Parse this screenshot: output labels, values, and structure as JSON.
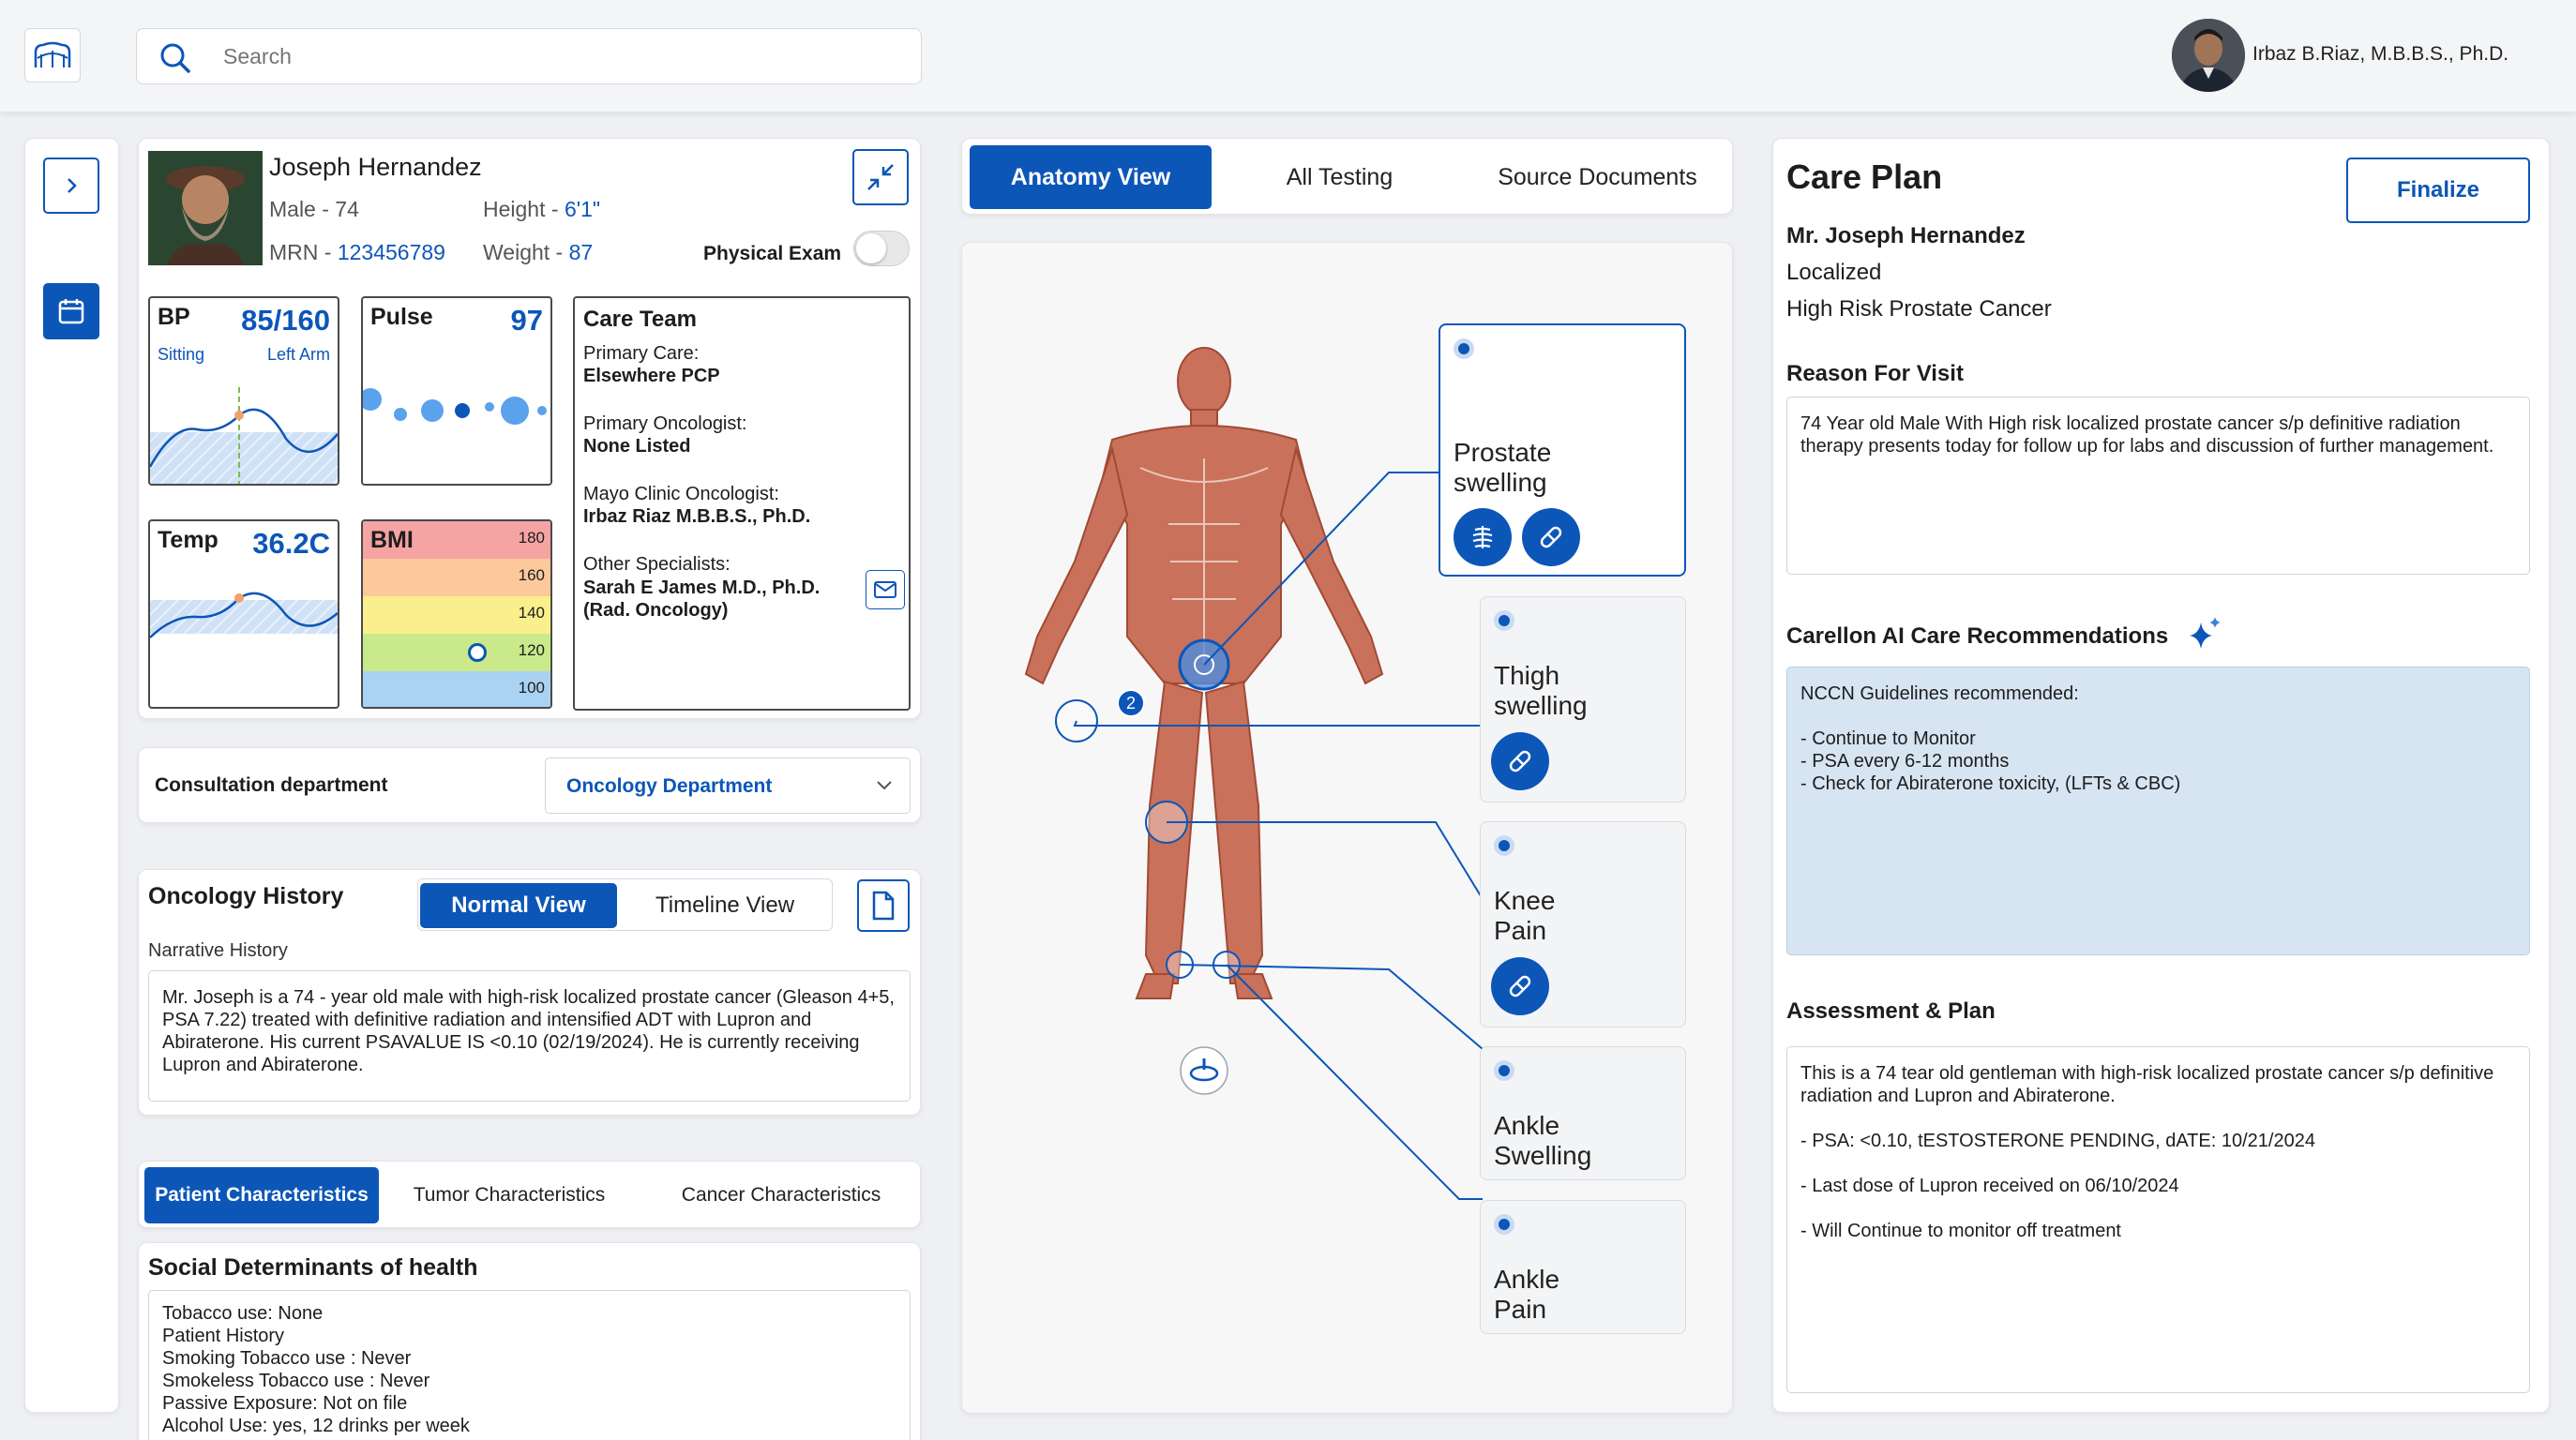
{
  "app": {
    "logo": "mayo-clinic-logo"
  },
  "search": {
    "placeholder": "Search"
  },
  "user": {
    "name": "Irbaz B.Riaz, M.B.B.S., Ph.D."
  },
  "patient": {
    "name": "Joseph Hernandez",
    "sex_age_label": "Male - 74",
    "height_label": "Height - ",
    "height_value": "6'1\"",
    "mrn_label": "MRN - ",
    "mrn_value": "123456789",
    "weight_label": "Weight - ",
    "weight_value": "87",
    "physical_exam_label": "Physical Exam"
  },
  "vitals": {
    "bp": {
      "label": "BP",
      "value": "85/160",
      "position": "Sitting",
      "arm": "Left Arm"
    },
    "pulse": {
      "label": "Pulse",
      "value": "97"
    },
    "temp": {
      "label": "Temp",
      "value": "36.2C"
    },
    "bmi": {
      "label": "BMI",
      "scale": [
        "180",
        "160",
        "140",
        "120",
        "100"
      ],
      "colors": [
        "#f6a3a3",
        "#fbc99a",
        "#fbee8c",
        "#c9e98b",
        "#a9d2f3"
      ]
    }
  },
  "care_team": {
    "title": "Care Team",
    "entries": [
      {
        "role": "Primary Care:",
        "name": "Elsewhere PCP"
      },
      {
        "role": "Primary Oncologist:",
        "name": "None Listed"
      },
      {
        "role": "Mayo Clinic Oncologist:",
        "name": "Irbaz Riaz M.B.B.S., Ph.D."
      },
      {
        "role": "Other Specialists:",
        "name": "Sarah E James M.D., Ph.D.\n(Rad. Oncology)"
      }
    ]
  },
  "consultation": {
    "label": "Consultation department",
    "value": "Oncology Department"
  },
  "oncology_history": {
    "title": "Oncology History",
    "tabs": [
      "Normal View",
      "Timeline View"
    ],
    "narrative_label": "Narrative History",
    "narrative": "Mr. Joseph is a 74 - year old male with high-risk localized prostate cancer (Gleason 4+5, PSA 7.22) treated with definitive radiation and intensified ADT with Lupron and Abiraterone. His current PSAVALUE IS <0.10 (02/19/2024). He is currently receiving Lupron and Abiraterone."
  },
  "characteristics_tabs": [
    "Patient Characteristics",
    "Tumor Characteristics",
    "Cancer Characteristics"
  ],
  "social": {
    "title": "Social Determinants of health",
    "lines": [
      "Tobacco use: None",
      "Patient History",
      "Smoking Tobacco use : Never",
      "Smokeless Tobacco use : Never",
      "Passive Exposure: Not on file",
      "Alcohol Use: yes, 12 drinks per week"
    ]
  },
  "center_tabs": [
    "Anatomy View",
    "All Testing",
    "Source Documents"
  ],
  "anatomy": {
    "marker_count": "2",
    "findings": [
      {
        "title": "Prostate\nswelling"
      },
      {
        "title": "Thigh\nswelling"
      },
      {
        "title": "Knee\nPain"
      },
      {
        "title": "Ankle\nSwelling"
      },
      {
        "title": "Ankle\nPain"
      }
    ]
  },
  "care_plan": {
    "title": "Care Plan",
    "finalize": "Finalize",
    "patient_name": "Mr. Joseph Hernandez",
    "stage": "Localized",
    "diagnosis": "High Risk Prostate Cancer",
    "reason_title": "Reason For Visit",
    "reason": "74 Year old Male With High risk localized prostate cancer s/p definitive radiation therapy presents today for follow up for labs and discussion of further management.",
    "ai_title": "Carellon AI Care Recommendations",
    "ai_text": "NCCN Guidelines recommended:\n\n- Continue to Monitor\n- PSA every 6-12 months\n- Check for Abiraterone toxicity, (LFTs & CBC)",
    "assessment_title": "Assessment & Plan",
    "assessment": "This is a 74 tear old gentleman with high-risk localized prostate cancer s/p definitive radiation and Lupron and Abiraterone.\n\n- PSA: <0.10, tESTOSTERONE PENDING, dATE: 10/21/2024\n\n- Last dose of Lupron received on 06/10/2024\n\n- Will Continue to monitor off treatment"
  }
}
